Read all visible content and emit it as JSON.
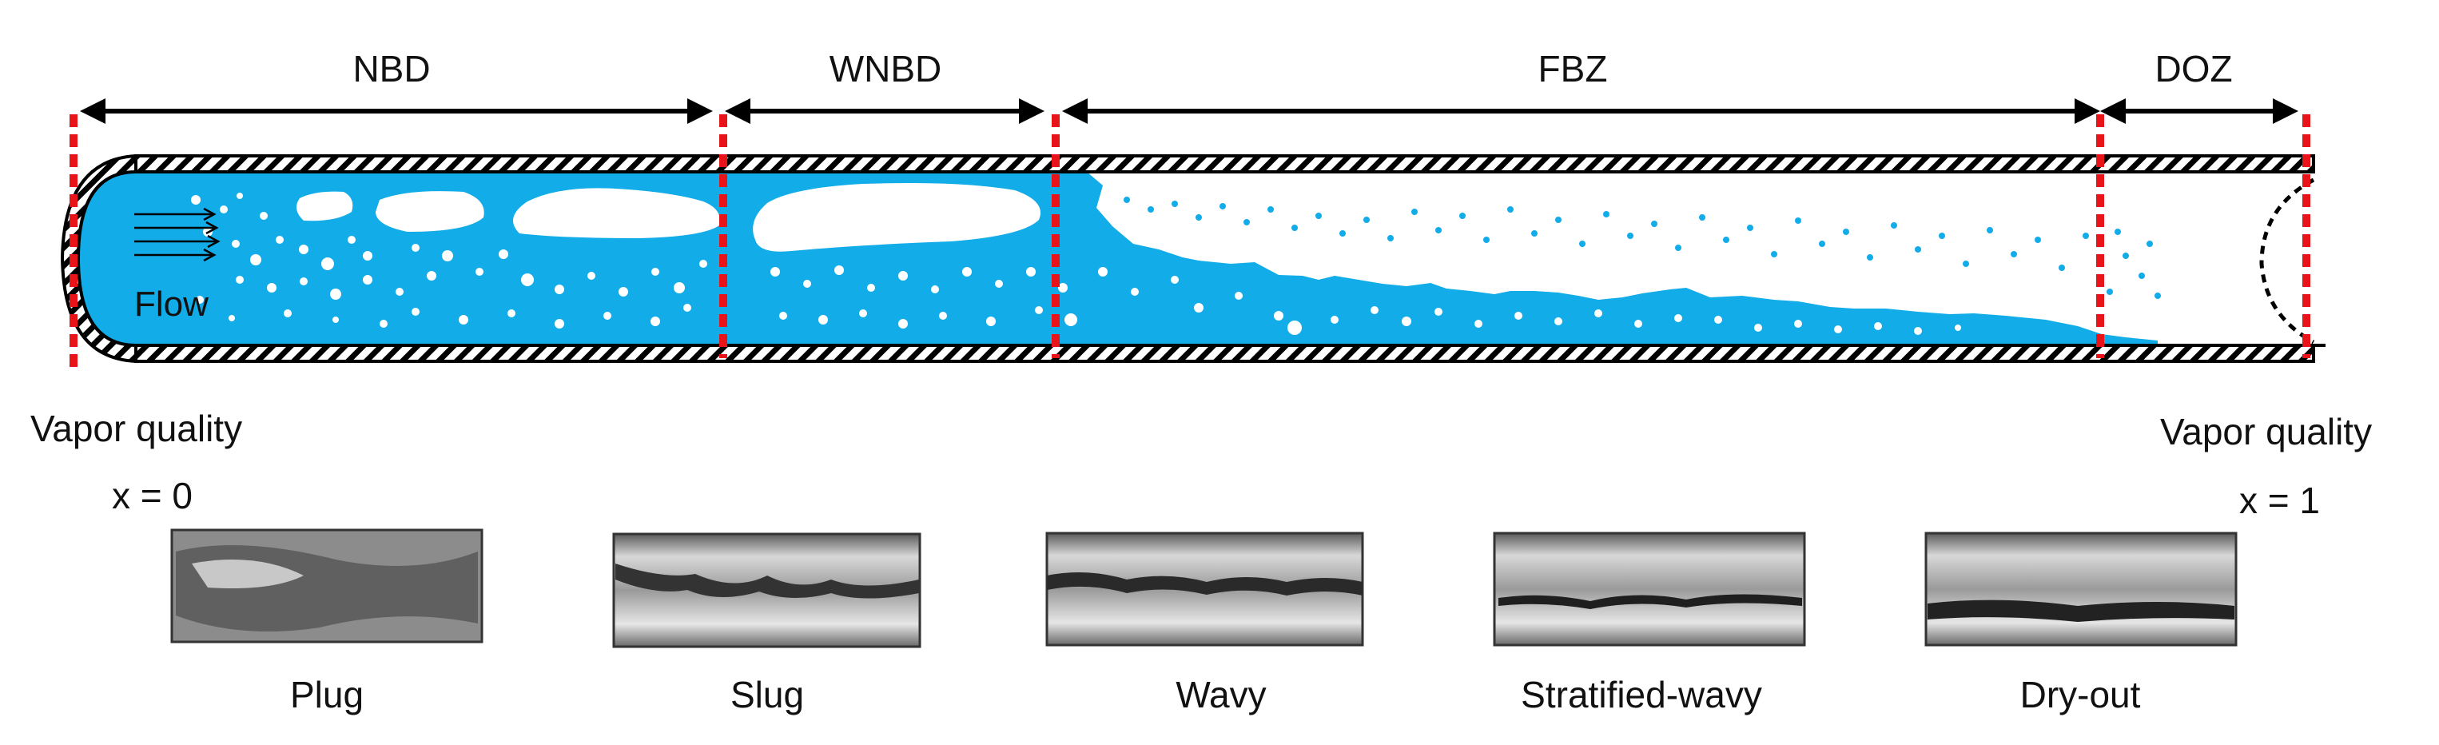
{
  "regions": [
    {
      "key": "nbd",
      "label": "NBD"
    },
    {
      "key": "wnbd",
      "label": "WNBD"
    },
    {
      "key": "fbz",
      "label": "FBZ"
    },
    {
      "key": "doz",
      "label": "DOZ"
    }
  ],
  "flow_label": "Flow",
  "inlet": {
    "line1": "Vapor quality",
    "line2": "x = 0"
  },
  "outlet": {
    "line1": "Vapor quality",
    "line2": "x = 1"
  },
  "patterns": [
    "Plug",
    "Slug",
    "Wavy",
    "Stratified-wavy",
    "Dry-out"
  ],
  "colors": {
    "liquid": "#12ACE8",
    "boundary": "#E8141A",
    "wall": "#000000",
    "text": "#111111"
  }
}
